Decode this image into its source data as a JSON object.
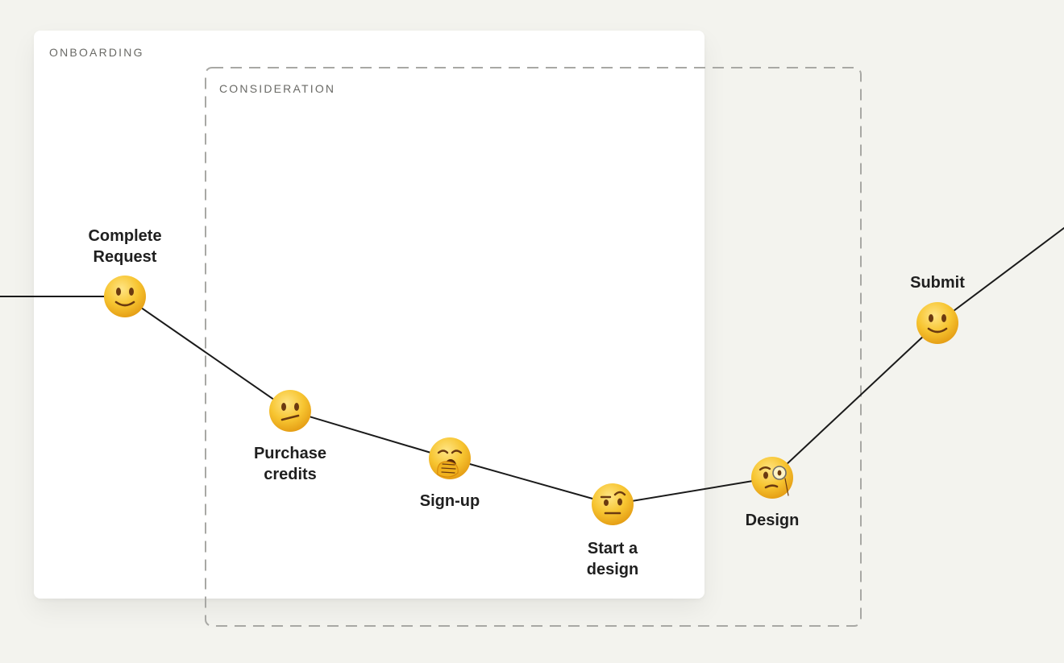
{
  "frames": {
    "onboarding_label": "ONBOARDING",
    "consideration_label": "CONSIDERATION"
  },
  "steps": [
    {
      "label_lines": [
        "Complete",
        "Request"
      ],
      "emotion": "slightly-smiling-face"
    },
    {
      "label_lines": [
        "Purchase",
        "credits"
      ],
      "emotion": "confused-face"
    },
    {
      "label_lines": [
        "Sign-up"
      ],
      "emotion": "yawning-face"
    },
    {
      "label_lines": [
        "Start a",
        "design"
      ],
      "emotion": "raised-eyebrow-face"
    },
    {
      "label_lines": [
        "Design"
      ],
      "emotion": "monocle-face"
    },
    {
      "label_lines": [
        "Submit"
      ],
      "emotion": "slightly-smiling-face"
    }
  ],
  "colors": {
    "background": "#f3f3ee",
    "card": "#ffffff",
    "line": "#1a1a1a",
    "dashed_frame": "#a8a8a4",
    "face": "#f7c531",
    "face_shadow": "#e39a12"
  }
}
